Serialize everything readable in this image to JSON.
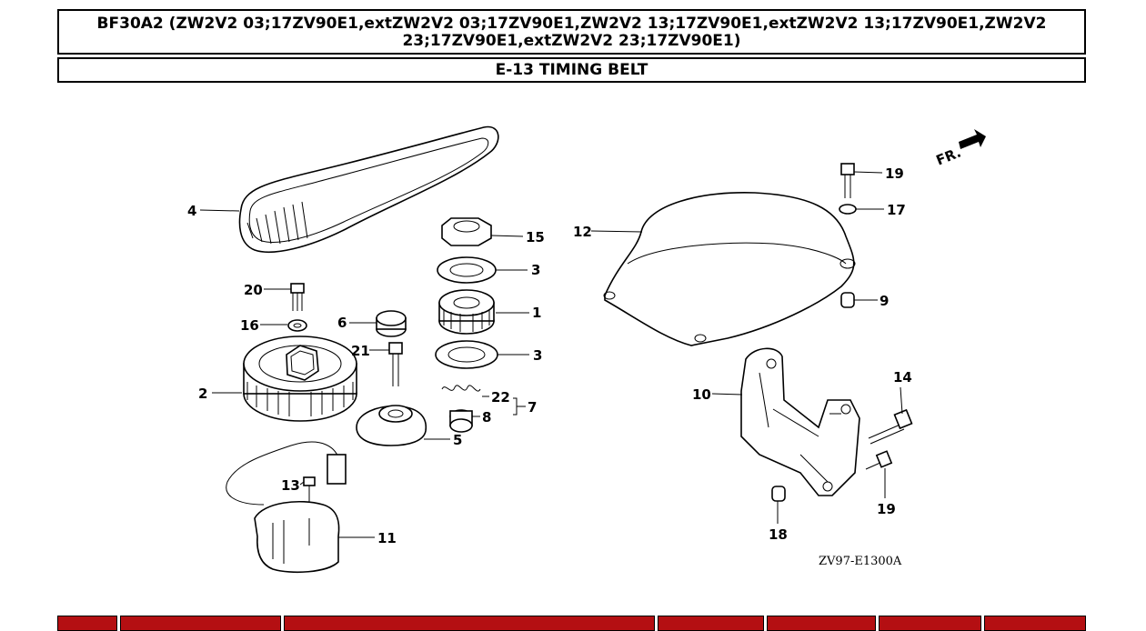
{
  "header": {
    "model_line1": "BF30A2 (ZW2V2 03;17ZV90E1,extZW2V2 03;17ZV90E1,ZW2V2 13;17ZV90E1,extZW2V2 13;17ZV90E1,ZW2V2",
    "model_line2": "23;17ZV90E1,extZW2V2 23;17ZV90E1)",
    "section": "E-13 TIMING BELT"
  },
  "diagram": {
    "direction_label": "FR.",
    "drawing_code": "ZV97-E1300A",
    "callouts": {
      "c1": "1",
      "c2": "2",
      "c3a": "3",
      "c3b": "3",
      "c4": "4",
      "c5": "5",
      "c6": "6",
      "c7": "7",
      "c8": "8",
      "c9": "9",
      "c10": "10",
      "c11": "11",
      "c12": "12",
      "c13": "13",
      "c14": "14",
      "c15": "15",
      "c16": "16",
      "c17": "17",
      "c18": "18",
      "c19a": "19",
      "c19b": "19",
      "c20": "20",
      "c21": "21",
      "c22": "22"
    }
  },
  "colors": {
    "bar": "#b40f12"
  }
}
